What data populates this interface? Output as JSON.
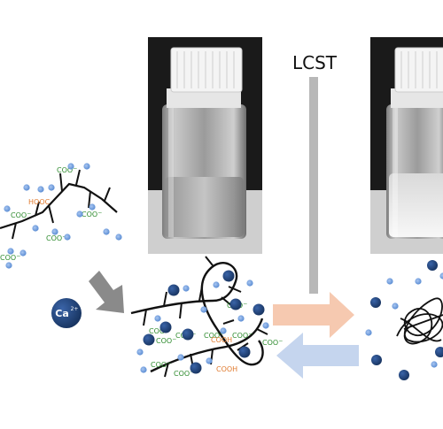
{
  "lcst_label": "LCST",
  "ion_label": "Ca",
  "ion_charge": "2+",
  "carboxylate_label": "COO",
  "carboxylate_charge": "−",
  "acid_label": "COOH",
  "acid_label_alt": "HOOC",
  "colors": {
    "ion": "#1d3f75",
    "water": "#5b8fd6",
    "carboxylate": "#2e8b2e",
    "acid": "#e07a2e",
    "forward_arrow": "#f6c9b0",
    "reverse_arrow": "#c5d5ee",
    "lcst_line": "#b8b8b8",
    "ion_arrow": "#8a8a8a"
  }
}
